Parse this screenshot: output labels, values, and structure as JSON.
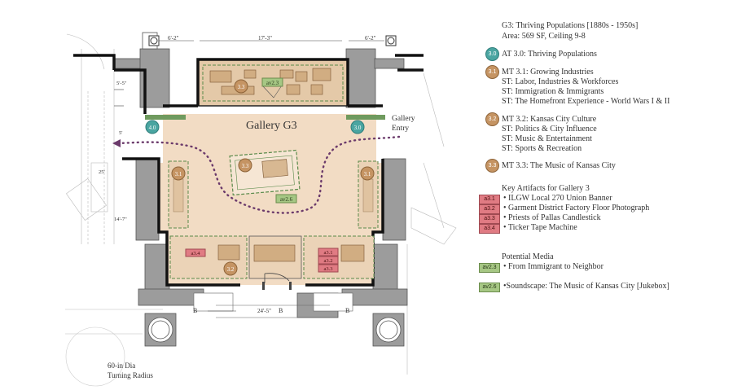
{
  "plan": {
    "gallery_title": "Gallery G3",
    "gallery_entry_line1": "Gallery",
    "gallery_entry_line2": "Entry",
    "dims": {
      "left": "6'-2\"",
      "center": "17'-3\"",
      "right": "6'-2\"",
      "side_top": "5'-5\"",
      "side_mid": "5'",
      "side_25": "25'",
      "side_bottom": "14'-7\"",
      "bottom_bay": "24'-5\"",
      "b_left": "B",
      "b_mid": "B",
      "b_right": "B"
    },
    "turning_radius_line1": "60-in Dia",
    "turning_radius_line2": "Turning Radius",
    "markers": {
      "at40": "4.0",
      "at30": "3.0",
      "mt33_top": "3.3",
      "mt33_center": "3.3",
      "mt31_left": "3.1",
      "mt31_right": "3.1",
      "mt32_bottom": "3.2",
      "av23": "av2.3",
      "av26": "av2.6",
      "a34": "a3.4",
      "a31": "a3.1",
      "a32": "a3.2",
      "a33": "a3.3"
    }
  },
  "legend": {
    "title": "G3: Thriving Populations [1880s - 1950s]",
    "area": "Area: 569 SF, Ceiling 9-8",
    "at30_badge": "3.0",
    "at30_label": "AT 3.0: Thriving Populations",
    "mt31_badge": "3.1",
    "mt31_label": "MT 3.1: Growing Industries",
    "mt31_st1": "ST: Labor, Industries & Workforces",
    "mt31_st2": "ST: Immigration & Immigrants",
    "mt31_st3": "ST: The Homefront Experience - World Wars I & II",
    "mt32_badge": "3.2",
    "mt32_label": "MT 3.2: Kansas City Culture",
    "mt32_st1": "ST: Politics & City Influence",
    "mt32_st2": "ST: Music & Entertainment",
    "mt32_st3": "ST: Sports & Recreation",
    "mt33_badge": "3.3",
    "mt33_label": "MT 3.3:  The Music of Kansas City",
    "artifacts_title": "Key Artifacts for Gallery 3",
    "artifacts": [
      {
        "tag": "a3.1",
        "label": "• ILGW Local 270 Union Banner"
      },
      {
        "tag": "a3.2",
        "label": "• Garment District Factory Floor Photograph"
      },
      {
        "tag": "a3.3",
        "label": "• Priests of Pallas Candlestick"
      },
      {
        "tag": "a3.4",
        "label": "• Ticker Tape Machine"
      }
    ],
    "media_title": "Potential Media",
    "media": [
      {
        "tag": "av2.3",
        "label": "• From Immigrant to Neighbor"
      },
      {
        "tag": "av2.6",
        "label": "•Soundscape: The Music of Kansas City [Jukebox]"
      }
    ],
    "colors": {
      "teal": "#4aa5a1",
      "tan": "#c59463",
      "artifact_red": "#e07b83",
      "media_green": "#a6c784",
      "gallery_floor": "#f2dcc4"
    }
  }
}
